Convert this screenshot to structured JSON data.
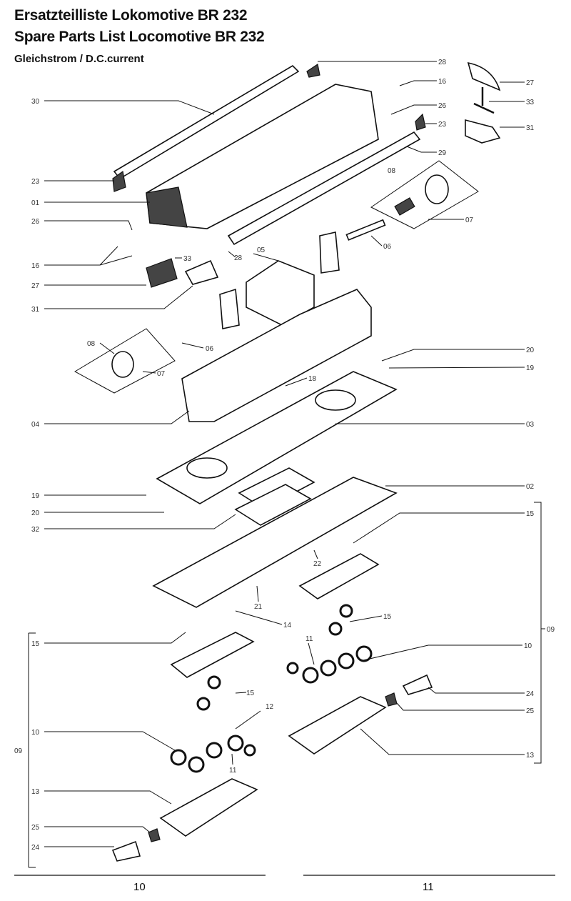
{
  "header": {
    "title_de": "Ersatzteilliste Lokomotive BR 232",
    "title_en": "Spare Parts List Locomotive BR 232",
    "subtitle": "Gleichstrom / D.C.current"
  },
  "callouts": {
    "l30": "30",
    "l23a": "23",
    "l01": "01",
    "l26a": "26",
    "l16a": "16",
    "l27a": "27",
    "l31a": "31",
    "l08a": "08",
    "l04": "04",
    "l19a": "19",
    "l20a": "20",
    "l32": "32",
    "l15a": "15",
    "l10a": "10",
    "l09a": "09",
    "l13a": "13",
    "l25a": "25",
    "l24a": "24",
    "r28a": "28",
    "r16": "16",
    "r26": "26",
    "r23": "23",
    "r29": "29",
    "r27": "27",
    "r33": "33",
    "r31": "31",
    "r08": "08",
    "r07": "07",
    "r06": "06",
    "c05": "05",
    "c33": "33",
    "c28": "28",
    "c06": "06",
    "c07": "07",
    "c18": "18",
    "r20": "20",
    "r19": "19",
    "r03": "03",
    "r02": "02",
    "r15": "15",
    "c22": "22",
    "c21": "21",
    "c14": "14",
    "c15a": "15",
    "r09": "09",
    "c11a": "11",
    "r10": "10",
    "c15b": "15",
    "c12": "12",
    "r24": "24",
    "r25": "25",
    "r13": "13",
    "c11b": "11"
  },
  "footer": {
    "page_left": "10",
    "page_right": "11"
  }
}
